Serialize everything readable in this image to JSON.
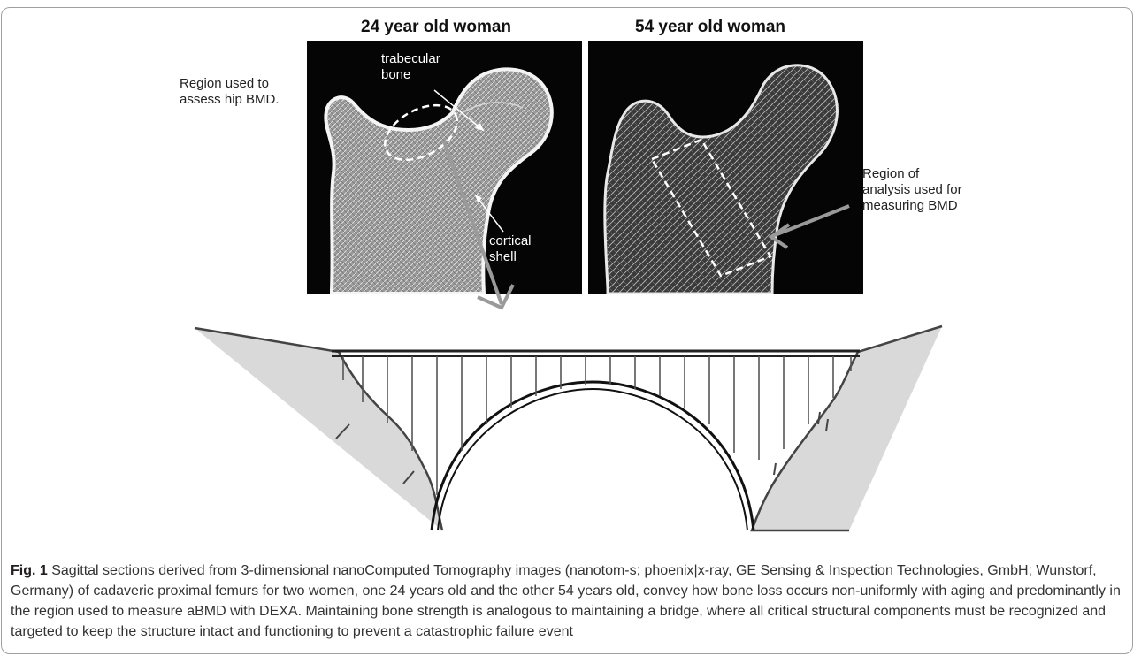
{
  "figure": {
    "panels": [
      {
        "title": "24 year old woman"
      },
      {
        "title": "54 year old woman"
      }
    ],
    "annotations": {
      "hip_region": [
        "Region used to",
        "assess hip BMD."
      ],
      "trabecular": [
        "trabecular",
        "bone"
      ],
      "cortical": [
        "cortical",
        "shell"
      ],
      "analysis_region": [
        "Region of",
        "analysis used for",
        "measuring BMD"
      ]
    },
    "caption": {
      "label": "Fig. 1",
      "text": "Sagittal sections derived from 3-dimensional nanoComputed Tomography images (nanotom-s; phoenix|x-ray, GE Sensing & Inspection Technologies, GmbH; Wunstorf, Germany) of cadaveric proximal femurs for two women, one 24 years old and the other 54 years old, convey how bone loss occurs non-uniformly with aging and predominantly in the region used to measure aBMD with DEXA. Maintaining bone strength is analogous to maintaining a bridge, where all critical structural components must be recognized and targeted to keep the structure intact and functioning to prevent a catastrophic failure event"
    },
    "colors": {
      "xray_background": "#050505",
      "bone": "#bdbdbd",
      "arrow": "#9a9a9a",
      "cliff": "#d9d9d9",
      "frame": "#a0a0a0"
    }
  }
}
